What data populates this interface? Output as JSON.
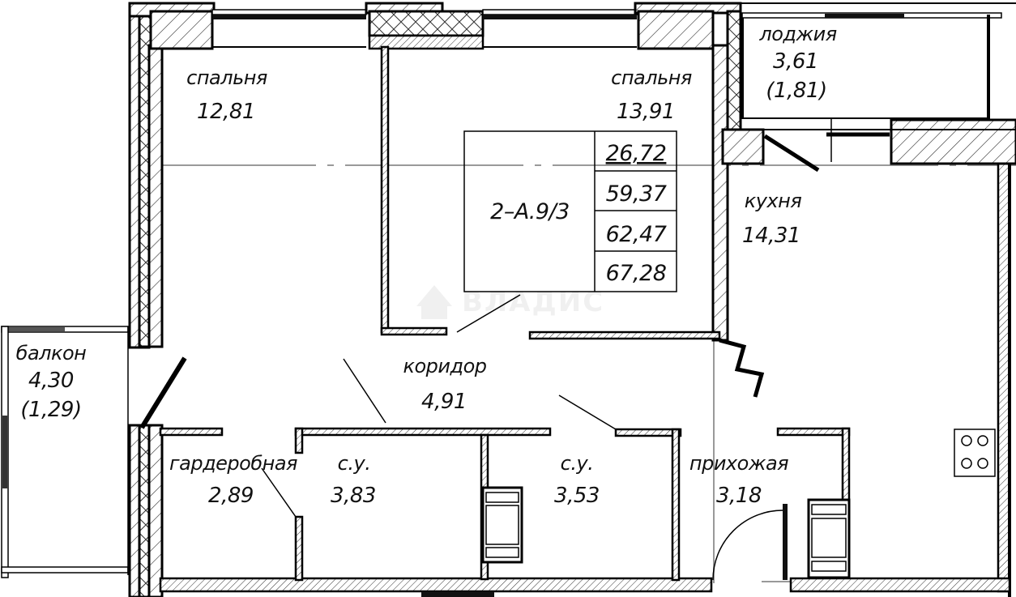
{
  "apartment": {
    "code": "2–А.9/3",
    "areas": [
      "26,72",
      "59,37",
      "62,47",
      "67,28"
    ]
  },
  "rooms": {
    "bedroom_left": {
      "name": "спальня",
      "area": "12,81"
    },
    "bedroom_right": {
      "name": "спальня",
      "area": "13,91"
    },
    "loggia": {
      "name": "лоджия",
      "area": "3,61",
      "reduced_area": "(1,81)"
    },
    "kitchen": {
      "name": "кухня",
      "area": "14,31"
    },
    "balcony": {
      "name": "балкон",
      "area": "4,30",
      "reduced_area": "(1,29)"
    },
    "corridor": {
      "name": "коридор",
      "area": "4,91"
    },
    "wardrobe": {
      "name": "гардеробная",
      "area": "2,89"
    },
    "bathroom_1": {
      "name": "с.у.",
      "area": "3,83"
    },
    "bathroom_2": {
      "name": "с.у.",
      "area": "3,53"
    },
    "hallway": {
      "name": "прихожая",
      "area": "3,18"
    }
  },
  "watermark": {
    "text": "ВЛАДИС",
    "icon": "house-key-icon"
  }
}
